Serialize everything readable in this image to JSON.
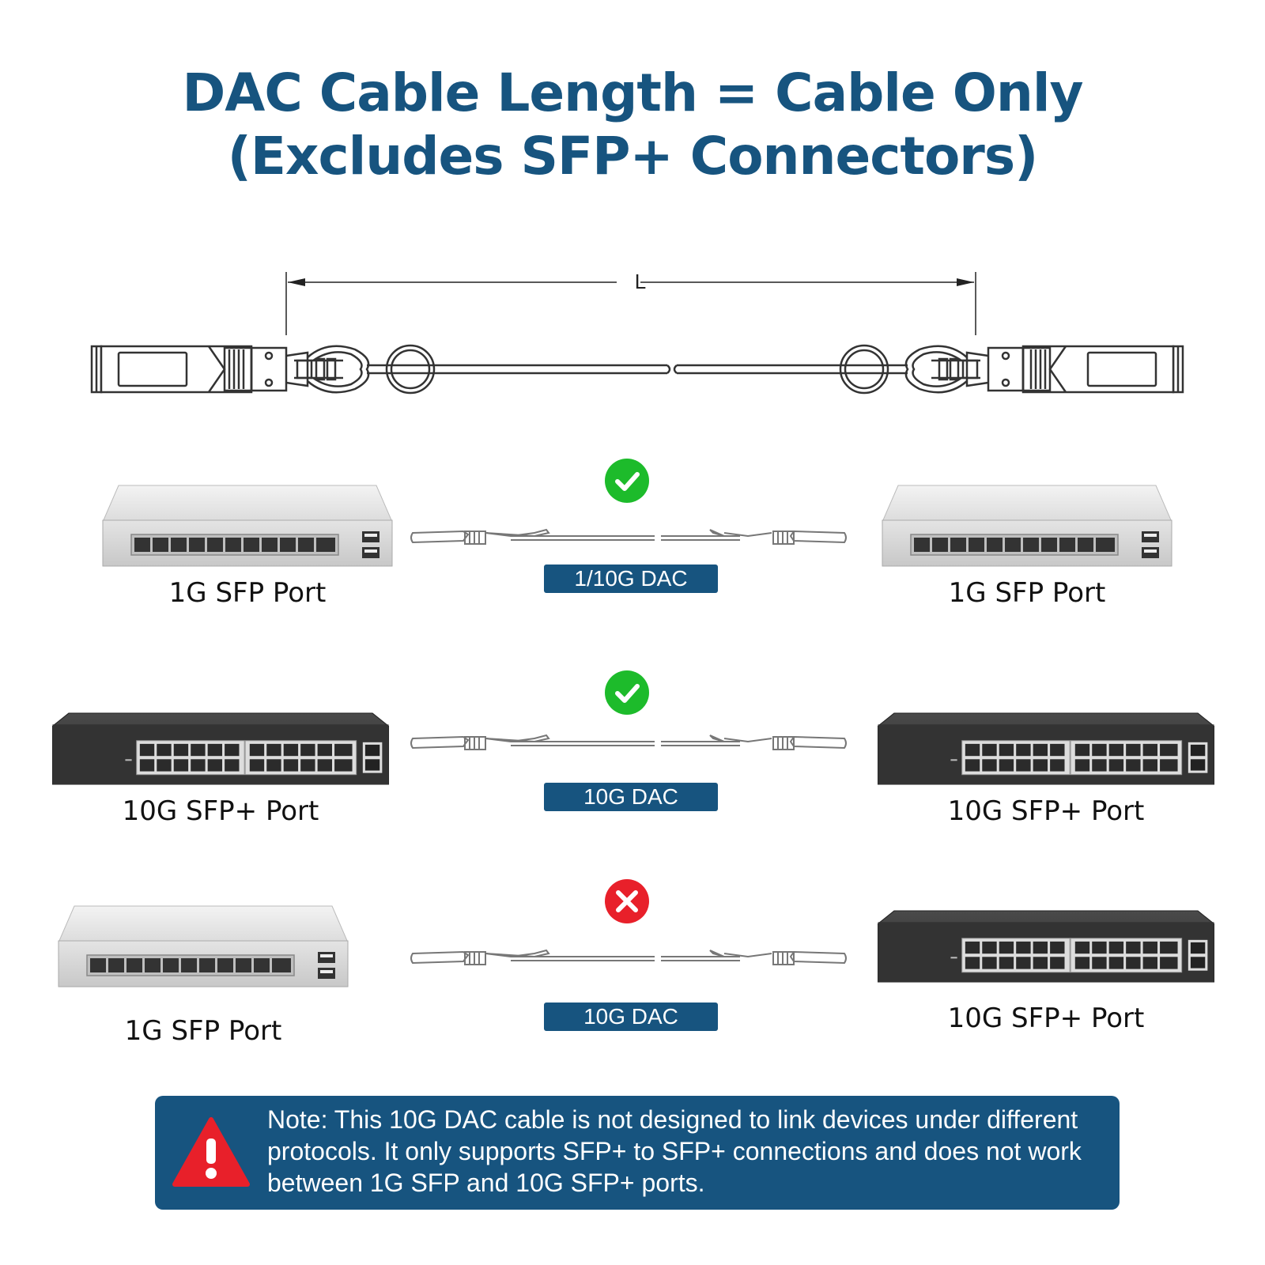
{
  "title": {
    "line1": "DAC Cable Length = Cable Only",
    "line2": "(Excludes SFP+ Connectors)"
  },
  "dimension": {
    "label": "L"
  },
  "rows": [
    {
      "left": "1G SFP Port",
      "right": "1G SFP Port",
      "cable": "1/10G DAC",
      "status": "ok"
    },
    {
      "left": "10G SFP+ Port",
      "right": "10G SFP+ Port",
      "cable": "10G DAC",
      "status": "ok"
    },
    {
      "left": "1G SFP Port",
      "right": "10G SFP+ Port",
      "cable": "10G DAC",
      "status": "error"
    }
  ],
  "note": {
    "text": "Note: This 10G DAC cable is not designed to link devices under different protocols. It only supports SFP+ to SFP+ connections and does not work between 1G SFP and 10G SFP+ ports."
  },
  "colors": {
    "brand": "#17547f",
    "ok": "#1dbb2b",
    "error": "#e8202a",
    "warning": "#e8202a"
  }
}
